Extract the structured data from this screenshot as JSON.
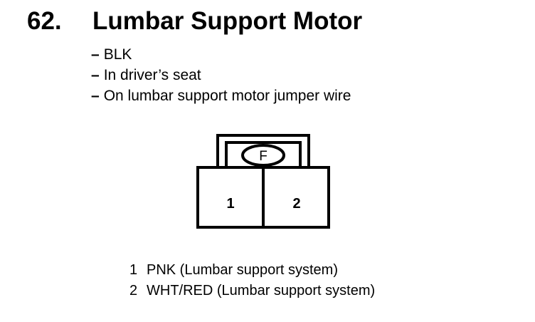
{
  "title": {
    "number": "62.",
    "text": "Lumbar Support Motor"
  },
  "notes": [
    {
      "dash": "–",
      "text": "BLK"
    },
    {
      "dash": "–",
      "text": "In driver’s seat"
    },
    {
      "dash": "–",
      "text": "On lumbar support motor jumper wire"
    }
  ],
  "connector": {
    "lock_label": "F",
    "pins": [
      "1",
      "2"
    ]
  },
  "legend": [
    {
      "pin": "1",
      "text": "PNK (Lumbar support system)"
    },
    {
      "pin": "2",
      "text": "WHT/RED (Lumbar support system)"
    }
  ]
}
